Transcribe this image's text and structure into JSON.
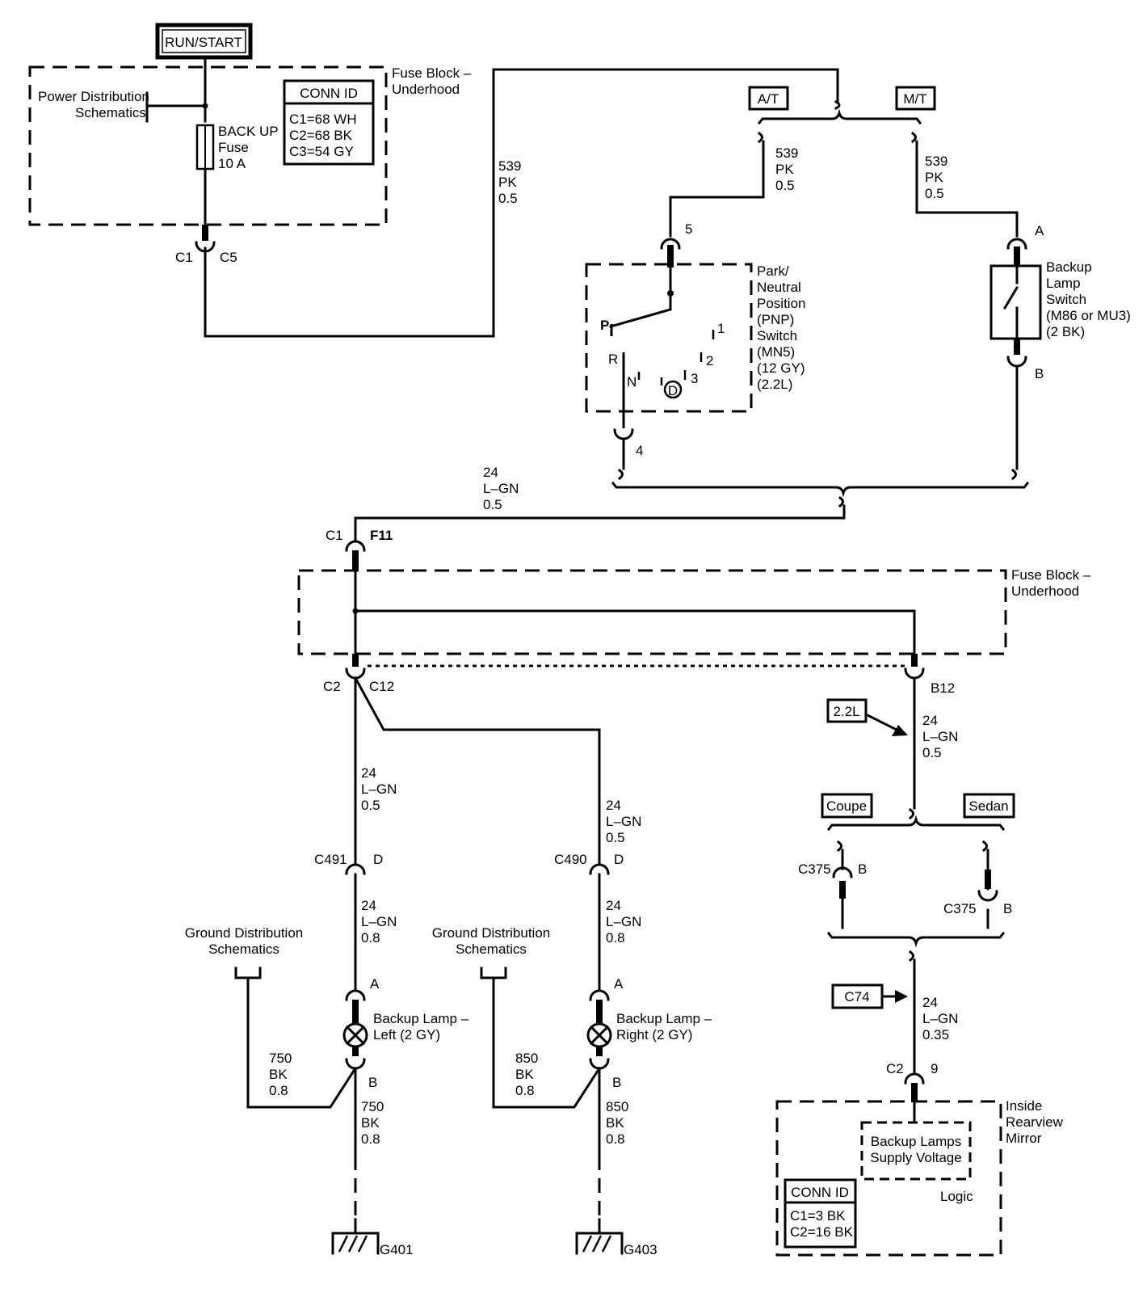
{
  "run_start": "RUN/START",
  "fuse_block_top": {
    "line1": "Fuse Block –",
    "line2": "Underhood"
  },
  "power_dist": {
    "line1": "Power Distribution",
    "line2": "Schematics"
  },
  "backup_fuse": {
    "line1": "BACK UP",
    "line2": "Fuse",
    "line3": "10 A"
  },
  "conn_id_top": {
    "title": "CONN ID",
    "rows": [
      "C1=68 WH",
      "C2=68 BK",
      "C3=54 GY"
    ]
  },
  "c1_c5": {
    "left": "C1",
    "right": "C5"
  },
  "wire_539_left": [
    "539",
    "PK",
    "0.5"
  ],
  "wire_539_at": [
    "539",
    "PK",
    "0.5"
  ],
  "wire_539_mt": [
    "539",
    "PK",
    "0.5"
  ],
  "at_label": "A/T",
  "mt_label": "M/T",
  "pnp_pin_top": "5",
  "pnp_pin_bottom": "4",
  "pnp_positions": {
    "P": "P",
    "R": "R",
    "N": "N",
    "D": "D",
    "p1": "1",
    "p2": "2",
    "p3": "3"
  },
  "pnp_switch": [
    "Park/",
    "Neutral",
    "Position",
    "(PNP)",
    "Switch",
    "(MN5)",
    "(12 GY)",
    "(2.2L)"
  ],
  "backup_switch": [
    "Backup",
    "Lamp",
    "Switch",
    "(M86 or MU3)",
    "(2 BK)"
  ],
  "backup_switch_pins": {
    "top": "A",
    "bottom": "B"
  },
  "wire_24_top": [
    "24",
    "L–GN",
    "0.5"
  ],
  "c1_f11": {
    "left": "C1",
    "right": "F11"
  },
  "fuse_block_mid": {
    "line1": "Fuse Block –",
    "line2": "Underhood"
  },
  "c2_c12": {
    "left": "C2",
    "right": "C12"
  },
  "b12": "B12",
  "tag_22l": "2.2L",
  "wire_24_b12": [
    "24",
    "L–GN",
    "0.5"
  ],
  "coupe": "Coupe",
  "sedan": "Sedan",
  "c375_left": {
    "conn": "C375",
    "pin": "B"
  },
  "c375_right": {
    "conn": "C375",
    "pin": "B"
  },
  "tag_c74": "C74",
  "wire_24_mirror": [
    "24",
    "L–GN",
    "0.35"
  ],
  "c2_9": {
    "left": "C2",
    "right": "9"
  },
  "mirror": [
    "Inside",
    "Rearview",
    "Mirror"
  ],
  "supply_voltage": [
    "Backup Lamps",
    "Supply Voltage"
  ],
  "logic": "Logic",
  "conn_id_bottom": {
    "title": "CONN ID",
    "rows": [
      "C1=3 BK",
      "C2=16 BK"
    ]
  },
  "wire_24_left_up": [
    "24",
    "L–GN",
    "0.5"
  ],
  "wire_24_right_up": [
    "24",
    "L–GN",
    "0.5"
  ],
  "c491": {
    "conn": "C491",
    "pin": "D"
  },
  "c490": {
    "conn": "C490",
    "pin": "D"
  },
  "wire_24_left_low": [
    "24",
    "L–GN",
    "0.8"
  ],
  "wire_24_right_low": [
    "24",
    "L–GN",
    "0.8"
  ],
  "gnd_dist_left": [
    "Ground Distribution",
    "Schematics"
  ],
  "gnd_dist_right": [
    "Ground Distribution",
    "Schematics"
  ],
  "lamp_left": {
    "pin_a": "A",
    "pin_b": "B",
    "line1": "Backup Lamp –",
    "line2": "Left (2 GY)"
  },
  "lamp_right": {
    "pin_a": "A",
    "pin_b": "B",
    "line1": "Backup Lamp –",
    "line2": "Right (2 GY)"
  },
  "wire_750_side": [
    "750",
    "BK",
    "0.8"
  ],
  "wire_750_down": [
    "750",
    "BK",
    "0.8"
  ],
  "wire_850_side": [
    "850",
    "BK",
    "0.8"
  ],
  "wire_850_down": [
    "850",
    "BK",
    "0.8"
  ],
  "g401": "G401",
  "g403": "G403"
}
